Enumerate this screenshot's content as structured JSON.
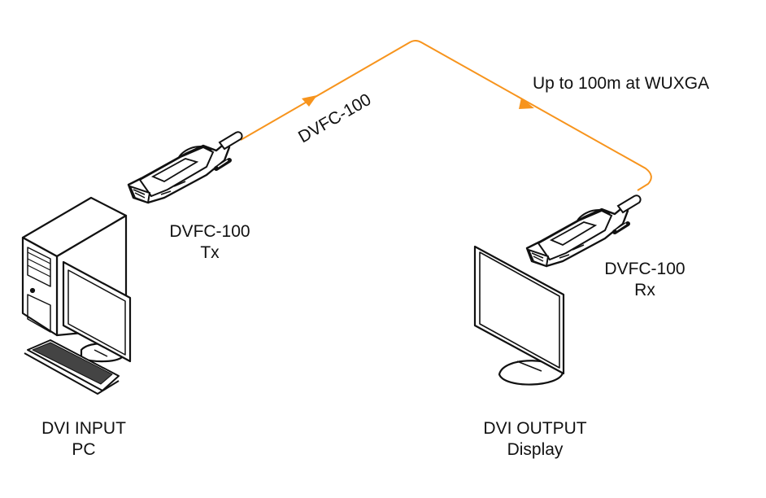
{
  "diagram": {
    "cable": {
      "label": "DVFC-100",
      "distance_note": "Up to 100m at WUXGA",
      "color": "#f7941d",
      "direction": "Tx to Rx"
    },
    "transmitter": {
      "model": "DVFC-100",
      "role": "Tx"
    },
    "receiver": {
      "model": "DVFC-100",
      "role": "Rx"
    },
    "source": {
      "line1": "DVI INPUT",
      "line2": "PC"
    },
    "sink": {
      "line1": "DVI OUTPUT",
      "line2": "Display"
    },
    "icons": [
      "pc-tower-icon",
      "monitor-icon",
      "keyboard-icon",
      "dvi-connector-icon",
      "arrow-icon"
    ]
  }
}
